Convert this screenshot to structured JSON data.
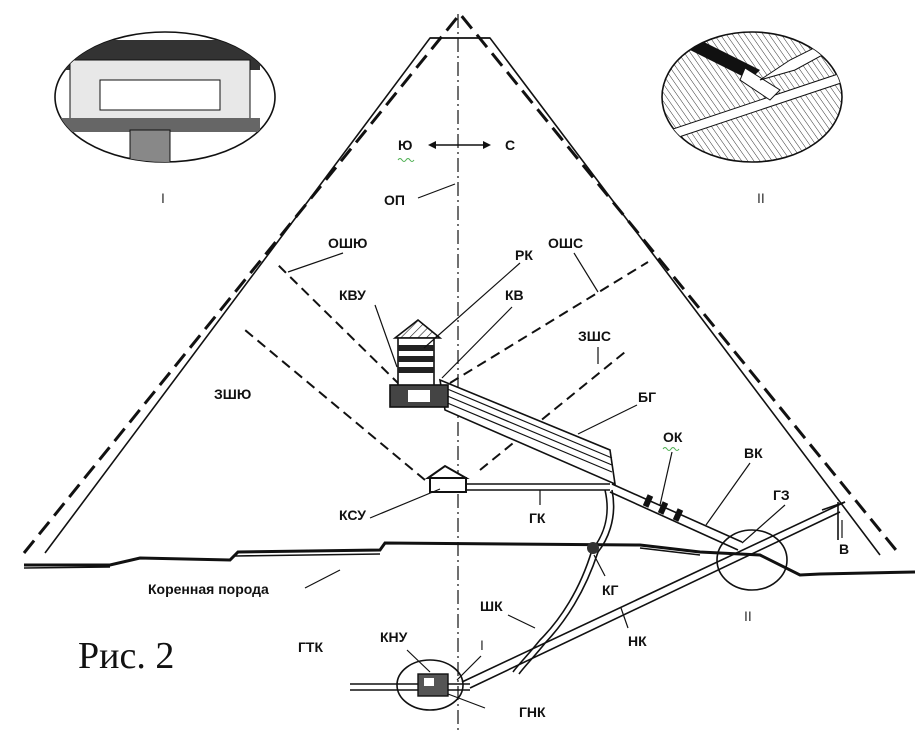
{
  "caption": "Рис. 2",
  "compass": {
    "south": "Ю",
    "north": "С"
  },
  "labels": {
    "op": "ОП",
    "oshyu": "ОШЮ",
    "oshs": "ОШС",
    "rk": "РК",
    "kvu": "КВУ",
    "kv": "КВ",
    "zshs": "ЗШС",
    "zshyu": "ЗШЮ",
    "bg": "БГ",
    "ok": "ОК",
    "vk": "ВК",
    "gz": "ГЗ",
    "ksu": "КСУ",
    "gk": "ГК",
    "v": "В",
    "kg": "КГ",
    "shk": "ШК",
    "nk": "НК",
    "gtk": "ГТК",
    "knu": "КНУ",
    "gnk": "ГНК"
  },
  "bedrock": "Коренная порода",
  "roman": {
    "one": "I",
    "two": "II"
  },
  "inset_labels": {
    "left": "I",
    "right": "II"
  }
}
